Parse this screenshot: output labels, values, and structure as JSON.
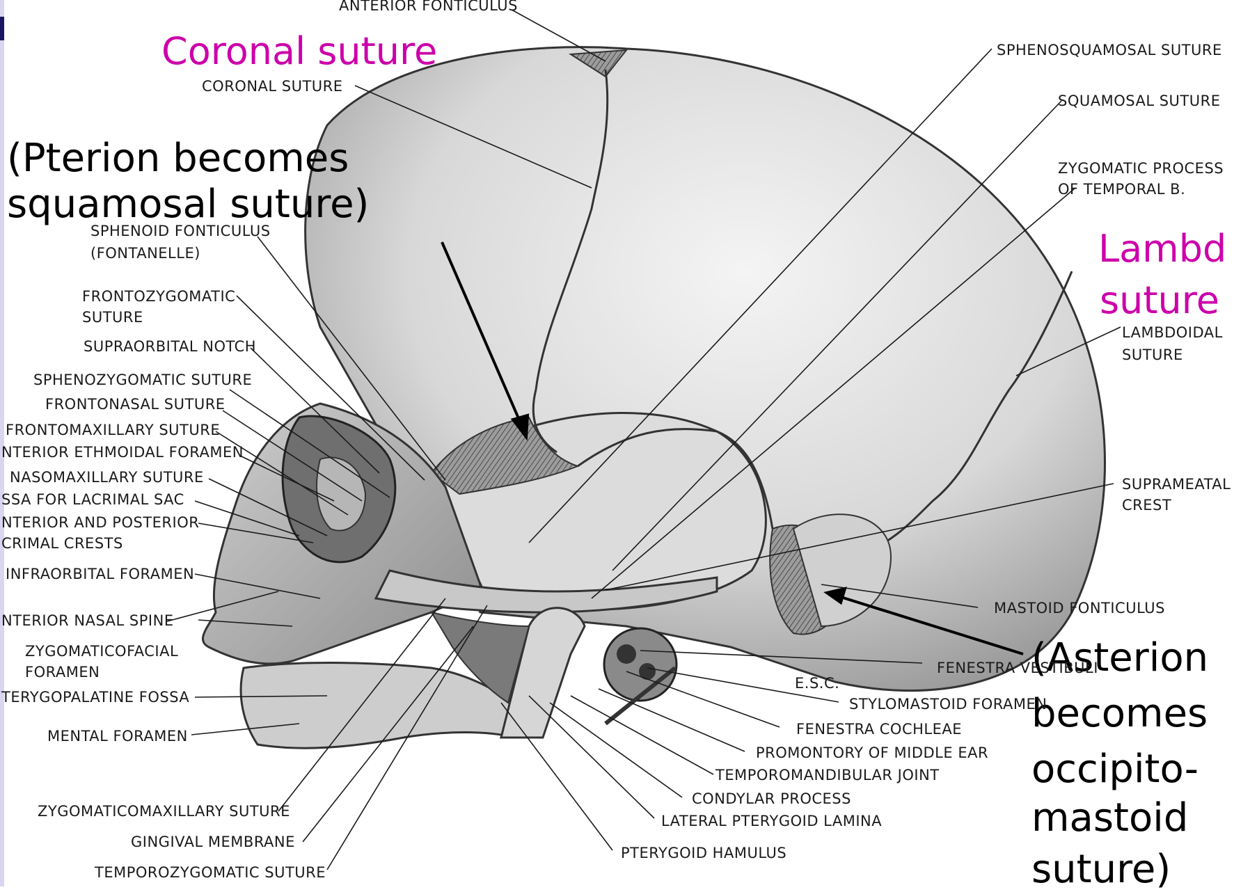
{
  "colors": {
    "magenta": "#cc00aa",
    "slide_bar": "#1b1564",
    "slide_bar_light": "#d9d6f2"
  },
  "overlays": {
    "coronal": "Coronal suture",
    "pterion_1": "(Pterion becomes",
    "pterion_2": "squamosal suture)",
    "lambd_1": "Lambd",
    "lambd_2": "suture",
    "asterion_1": "(Asterion",
    "asterion_2": "becomes",
    "asterion_3": "occipito-",
    "asterion_4": "mastoid",
    "asterion_5": "suture)"
  },
  "labels": {
    "anterior_fonticulus": "ANTERIOR FONTICULUS",
    "coronal_suture": "CORONAL SUTURE",
    "sphenoid_fonticulus_1": "SPHENOID FONTICULUS",
    "sphenoid_fonticulus_2": "(FONTANELLE)",
    "frontozygomatic_1": "FRONTOZYGOMATIC",
    "frontozygomatic_2": "SUTURE",
    "supraorbital_notch": "SUPRAORBITAL NOTCH",
    "sphenozygomatic": "SPHENOZYGOMATIC SUTURE",
    "frontonasal": "FRONTONASAL SUTURE",
    "frontomaxillary": "FRONTOMAXILLARY SUTURE",
    "ant_ethmoidal": "NTERIOR ETHMOIDAL FORAMEN",
    "nasomaxillary": "NASOMAXILLARY SUTURE",
    "fossa_lacrimal": "SSA FOR LACRIMAL SAC",
    "lacrimal_crests_1": "NTERIOR AND POSTERIOR",
    "lacrimal_crests_2": "CRIMAL CRESTS",
    "infraorbital": "INFRAORBITAL FORAMEN",
    "ant_nasal_spine": "NTERIOR NASAL SPINE",
    "zygomaticofacial_1": "ZYGOMATICOFACIAL",
    "zygomaticofacial_2": "FORAMEN",
    "pterygopalatine": "TERYGOPALATINE FOSSA",
    "mental": "MENTAL FORAMEN",
    "zygomaticomaxillary": "ZYGOMATICOMAXILLARY SUTURE",
    "gingival": "GINGIVAL MEMBRANE",
    "temporozygomatic": "TEMPOROZYGOMATIC SUTURE",
    "sphenosquamosal": "SPHENOSQUAMOSAL SUTURE",
    "squamosal": "SQUAMOSAL SUTURE",
    "zygomatic_process_1": "ZYGOMATIC PROCESS",
    "zygomatic_process_2": "OF TEMPORAL B.",
    "lambdoidal_1": "LAMBDOIDAL",
    "lambdoidal_2": "SUTURE",
    "suprameatal_1": "SUPRAMEATAL",
    "suprameatal_2": "CREST",
    "mastoid_fonticulus": "MASTOID FONTICULUS",
    "fenestra_vestibuli": "FENESTRA VESTIBULI",
    "esc": "E.S.C.",
    "stylomastoid": "STYLOMASTOID FORAMEN",
    "fenestra_cochleae": "FENESTRA COCHLEAE",
    "promontory": "PROMONTORY OF MIDDLE EAR",
    "tmj": "TEMPOROMANDIBULAR JOINT",
    "condylar": "CONDYLAR PROCESS",
    "lateral_pterygoid": "LATERAL PTERYGOID LAMINA",
    "pterygoid_hamulus": "PTERYGOID HAMULUS"
  }
}
